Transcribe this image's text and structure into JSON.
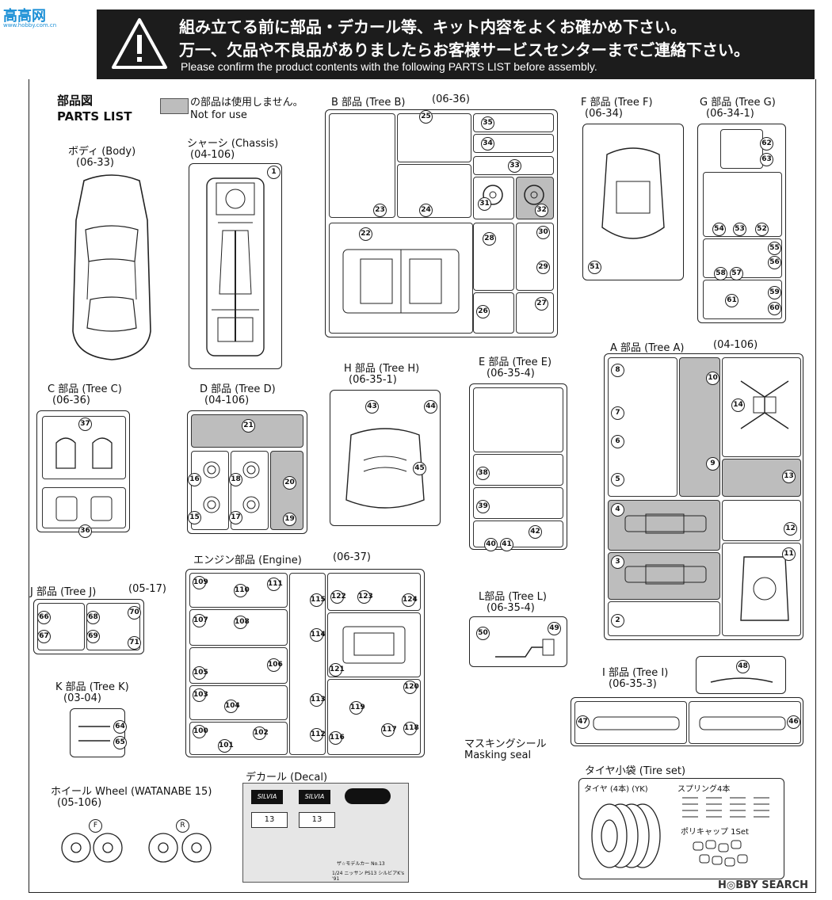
{
  "header": {
    "line1": "組み立てる前に部品・デカール等、キット内容をよくお確かめ下さい。",
    "line2": "万一、欠品や不良品がありましたらお客様サービスセンターまでご連絡下さい。",
    "line3": "Please confirm the product contents with the following PARTS LIST before assembly."
  },
  "watermark": {
    "site_logo": "高高网",
    "site_url": "www.hobby.com.cn"
  },
  "parts_list": {
    "title_jp": "部品図",
    "title_en": "PARTS LIST"
  },
  "legend": {
    "jp": "の部品は使用しません。",
    "en": "Not for use"
  },
  "sections": {
    "body": {
      "name": "ボディ (Body)",
      "code": "(06-33)"
    },
    "chassis": {
      "name": "シャーシ (Chassis)",
      "code": "(04-106)"
    },
    "tree_b": {
      "name": "B 部品 (Tree B)",
      "code": "(06-36)"
    },
    "tree_f": {
      "name": "F 部品 (Tree F)",
      "code": "(06-34)"
    },
    "tree_g": {
      "name": "G 部品 (Tree G)",
      "code": "(06-34-1)"
    },
    "tree_c": {
      "name": "C 部品 (Tree C)",
      "code": "(06-36)"
    },
    "tree_d": {
      "name": "D 部品 (Tree D)",
      "code": "(04-106)"
    },
    "tree_h": {
      "name": "H 部品 (Tree H)",
      "code": "(06-35-1)"
    },
    "tree_e": {
      "name": "E 部品 (Tree E)",
      "code": "(06-35-4)"
    },
    "tree_a": {
      "name": "A 部品 (Tree A)",
      "code": "(04-106)"
    },
    "tree_j": {
      "name": "J 部品 (Tree J)",
      "code": "(05-17)"
    },
    "engine": {
      "name": "エンジン部品 (Engine)",
      "code": "(06-37)"
    },
    "tree_l": {
      "name": "L部品 (Tree L)",
      "code": "(06-35-4)"
    },
    "tree_i": {
      "name": "I 部品 (Tree I)",
      "code": "(06-35-3)"
    },
    "tree_k": {
      "name": "K 部品 (Tree K)",
      "code": "(03-04)"
    },
    "masking": {
      "name_jp": "マスキングシール",
      "name_en": "Masking seal"
    },
    "decal": {
      "name": "デカール (Decal)"
    },
    "wheel": {
      "name": "ホイール Wheel (WATANABE 15)",
      "code": "(05-106)"
    },
    "tire": {
      "name": "タイヤ小袋 (Tire set)",
      "tire_label": "タイヤ (4本) (YK)",
      "spring_label": "スプリング4本",
      "cap_label": "ポリキャップ 1Set"
    }
  },
  "decal_text": {
    "silvia": "SILVIA",
    "plate": "13",
    "note": "ザ☆モデルカー No.13",
    "desc": "1/24 ニッサン PS13 シルビアK's '91"
  },
  "wheel_marks": {
    "front": "F",
    "rear": "R"
  },
  "footer_logo": "H◎BBY SEARCH",
  "part_numbers": {
    "chassis": [
      "1"
    ],
    "tree_b": [
      "25",
      "35",
      "34",
      "33",
      "23",
      "24",
      "31",
      "32",
      "22",
      "28",
      "30",
      "29",
      "26",
      "27"
    ],
    "tree_f": [
      "51"
    ],
    "tree_g": [
      "62",
      "63",
      "54",
      "53",
      "52",
      "55",
      "56",
      "58",
      "57",
      "59",
      "61",
      "60"
    ],
    "tree_c": [
      "37",
      "36"
    ],
    "tree_d": [
      "21",
      "16",
      "18",
      "20",
      "15",
      "17",
      "19"
    ],
    "tree_h": [
      "43",
      "44",
      "45"
    ],
    "tree_e": [
      "38",
      "39",
      "42",
      "40",
      "41"
    ],
    "tree_a": [
      "8",
      "10",
      "14",
      "7",
      "6",
      "9",
      "5",
      "13",
      "4",
      "12",
      "3",
      "11",
      "2"
    ],
    "tree_j": [
      "66",
      "68",
      "70",
      "67",
      "69",
      "71"
    ],
    "engine": [
      "109",
      "110",
      "111",
      "115",
      "122",
      "123",
      "124",
      "107",
      "108",
      "114",
      "105",
      "106",
      "121",
      "103",
      "104",
      "113",
      "120",
      "119",
      "100",
      "101",
      "102",
      "112",
      "116",
      "117",
      "118"
    ],
    "tree_l": [
      "50",
      "49"
    ],
    "tree_i": [
      "48",
      "47",
      "46"
    ],
    "tree_k": [
      "64",
      "65"
    ]
  },
  "colors": {
    "banner": "#1c1c1c",
    "not_for_use": "#bdbdbd"
  }
}
